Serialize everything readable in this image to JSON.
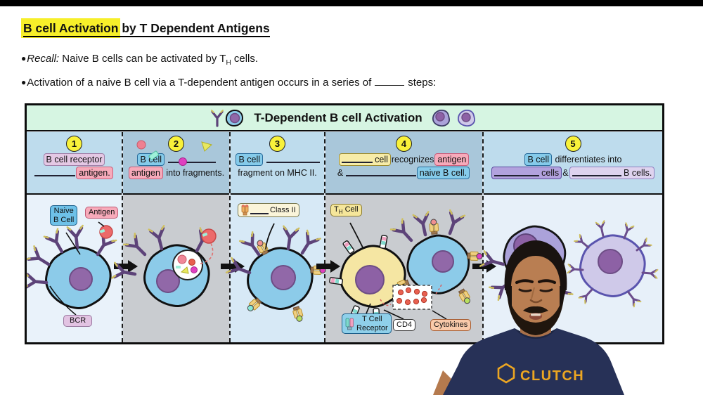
{
  "slide": {
    "title": "B cell Activation by T Dependent Antigens",
    "bullet_char": "●",
    "recall_label": "Recall:",
    "recall_pre": " Naive B cells can be activated by T",
    "recall_sub": "H",
    "recall_post": " cells.",
    "b2_pre": "Activation of a naive B cell via a T-dependent antigen occurs in a series of",
    "b2_post": "steps:"
  },
  "diagram": {
    "title": "T-Dependent B cell Activation",
    "steps": [
      {
        "num": "1",
        "box_receptor": "B cell receptor",
        "box_antigen": "antigen."
      },
      {
        "num": "2",
        "box_bcell": "B cell",
        "box_antigen": "antigen",
        "text2": "into fragments."
      },
      {
        "num": "3",
        "box_bcell": "B cell",
        "text2": "fragment on MHC II."
      },
      {
        "num": "4",
        "box_cell": "cell",
        "text1": "recognizes",
        "box_antigen": "antigen",
        "amp": "&",
        "box_naive": "naive B cell."
      },
      {
        "num": "5",
        "box_bcell": "B cell",
        "text1": "differentiates into",
        "box_plasma": "cells",
        "amp": "&",
        "box_memory": "B cells."
      }
    ],
    "labels": {
      "naive_l1": "Naive",
      "naive_l2": "B Cell",
      "antigen": "Antigen",
      "bcr": "BCR",
      "class2": "Class II",
      "th_t": "T",
      "th_sub": "H",
      "th_cell": "Cell",
      "tcr_l1": "T Cell",
      "tcr_l2": "Receptor",
      "cd4": "CD4",
      "cytokines": "Cytokines"
    }
  },
  "presenter": {
    "shirt_brand": "CLUTCH"
  },
  "colors": {
    "highlight_yellow": "#f7ef2a",
    "header_green": "#d6f5e2",
    "step_header_light": "#bedced",
    "step_header_gray": "#a9c7da",
    "panel_light": "#e9f2fa",
    "panel_gray": "#c9ccd0",
    "blue_box": "#85cbea",
    "pink_box": "#f7aaba",
    "lavender_box": "#e4c8e4",
    "yellow_box": "#f7eca8",
    "purple_box": "#b2a2de",
    "lilac_box": "#ded3ef",
    "cream_box": "#fbf5da",
    "peach_box": "#f9caaa",
    "step_circle": "#f8f13a",
    "cell_blue": "#8ccbe9",
    "nucleus_purple": "#9168a8",
    "th_yellow": "#f5e6a3",
    "plasma_purple": "#aba2da",
    "memory_lavender": "#cfc9e9",
    "cytokine_red": "#e86050",
    "shirt_navy": "#273157",
    "brand_gold": "#eca622"
  }
}
